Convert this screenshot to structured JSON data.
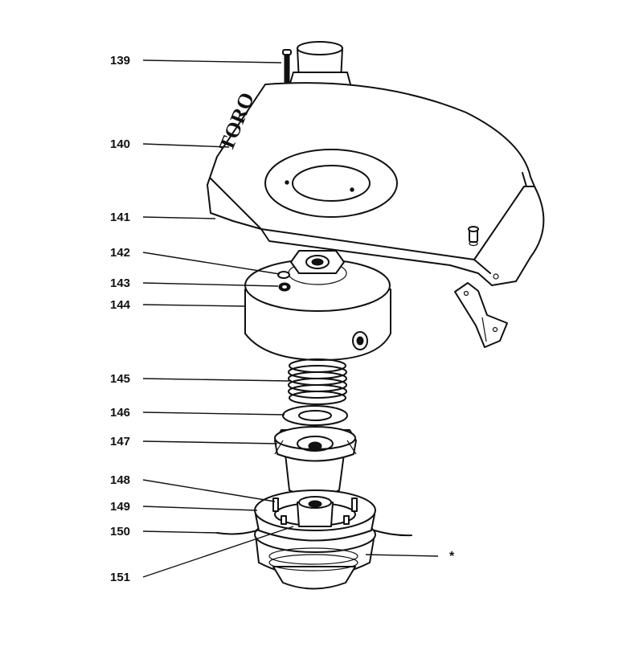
{
  "brand_text": "TORO",
  "callouts": [
    {
      "id": "139",
      "label": "139"
    },
    {
      "id": "140",
      "label": "140"
    },
    {
      "id": "141",
      "label": "141"
    },
    {
      "id": "142",
      "label": "142"
    },
    {
      "id": "143",
      "label": "143"
    },
    {
      "id": "144",
      "label": "144"
    },
    {
      "id": "145",
      "label": "145"
    },
    {
      "id": "146",
      "label": "146"
    },
    {
      "id": "147",
      "label": "147"
    },
    {
      "id": "148",
      "label": "148"
    },
    {
      "id": "149",
      "label": "149"
    },
    {
      "id": "150",
      "label": "150"
    },
    {
      "id": "151",
      "label": "151"
    }
  ],
  "asterisk": "*"
}
